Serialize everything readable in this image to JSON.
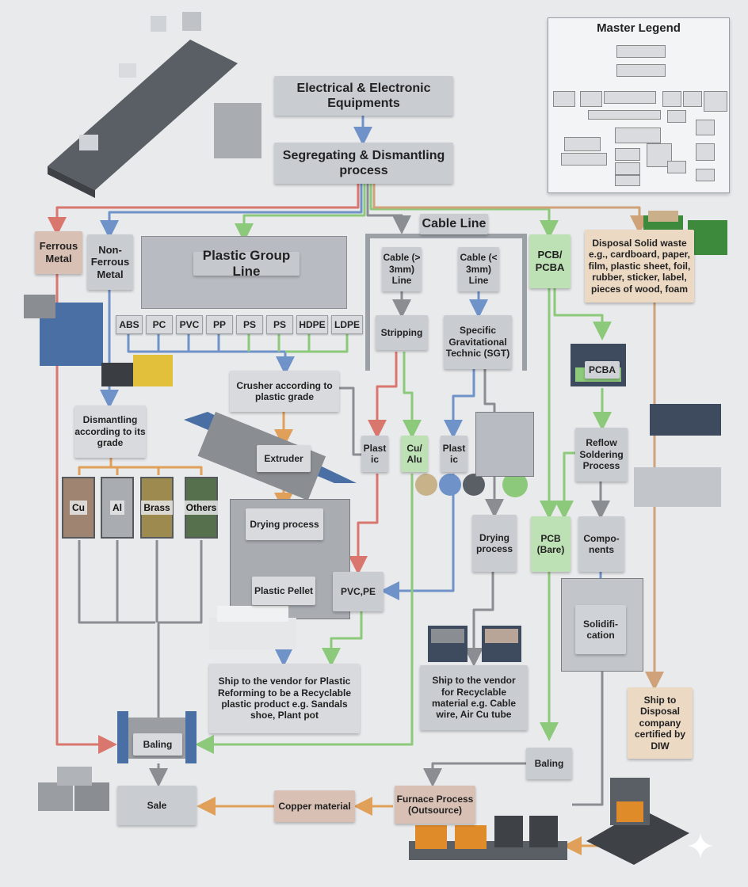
{
  "legend": {
    "title": "Master Legend"
  },
  "top": {
    "eee": "Electrical & Electronic Equipments",
    "segregating": "Segregating & Dismantling process"
  },
  "streams": {
    "ferrous": "Ferrous Metal",
    "non_ferrous": "Non-Ferrous Metal",
    "plastic_line": "Plastic Group Line",
    "cable_line": "Cable Line",
    "pcb": "PCB/ PCBA",
    "disposal": "Disposal Solid waste e.g., cardboard, paper, film, plastic sheet, foil, rubber, sticker, label, pieces of wood, foam"
  },
  "plastic_grades": [
    "ABS",
    "PC",
    "PVC",
    "PP",
    "PS",
    "PS",
    "HDPE",
    "LDPE"
  ],
  "cable": {
    "large": "Cable (> 3mm) Line",
    "small": "Cable (< 3mm) Line",
    "stripping": "Stripping",
    "sgt": "Specific Gravitational Technic (SGT)",
    "plastic_1": "Plast ic",
    "cu_alu": "Cu/ Alu",
    "plastic_2": "Plast ic",
    "drying": "Drying process"
  },
  "plastic": {
    "crusher": "Crusher according to plastic grade",
    "extruder": "Extruder",
    "drying": "Drying process",
    "pellet": "Plastic Pellet",
    "pvc_pe": "PVC,PE",
    "ship": "Ship to the vendor for Plastic Reforming to be a Recyclable plastic product e.g. Sandals shoe, Plant pot"
  },
  "metal": {
    "dismantling": "Dismantling according to its grade",
    "bins": [
      "Cu",
      "Al",
      "Brass",
      "Others"
    ]
  },
  "recycle": {
    "ship": "Ship to the vendor for Recyclable material e.g. Cable wire, Air Cu tube"
  },
  "pcb": {
    "pcba": "PCBA",
    "reflow": "Reflow Soldering Process",
    "bare": "PCB (Bare)",
    "components": "Compo-nents",
    "solidification": "Solidifi-cation"
  },
  "disposal": {
    "ship": "Ship to Disposal company certified by DIW"
  },
  "bottom": {
    "baling_main": "Baling",
    "baling_pcb": "Baling",
    "sale": "Sale",
    "copper": "Copper material",
    "furnace": "Furnace Process (Outsource)"
  },
  "colors": {
    "red": "#d9776f",
    "blue": "#6f93c9",
    "green": "#8cc97a",
    "grey": "#8a8e93",
    "orange": "#e0a05a",
    "olive": "#c7c46a",
    "tan": "#cfa27a"
  }
}
